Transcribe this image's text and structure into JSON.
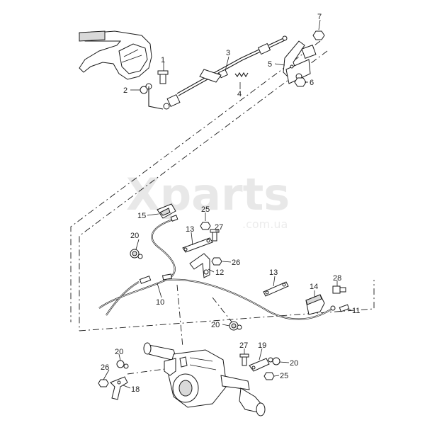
{
  "watermark": {
    "brand": "Xparts",
    "domain": ".com.ua"
  },
  "callouts": {
    "c1": "1",
    "c2": "2",
    "c3": "3",
    "c4": "4",
    "c5": "5",
    "c6": "6",
    "c7": "7",
    "c10": "10",
    "c11": "11",
    "c12": "12",
    "c13a": "13",
    "c13b": "13",
    "c14": "14",
    "c15": "15",
    "c18": "18",
    "c19": "19",
    "c20a": "20",
    "c20b": "20",
    "c20c": "20",
    "c20d": "20",
    "c25a": "25",
    "c25b": "25",
    "c26a": "26",
    "c26b": "26",
    "c27a": "27",
    "c27b": "27",
    "c28": "28"
  }
}
